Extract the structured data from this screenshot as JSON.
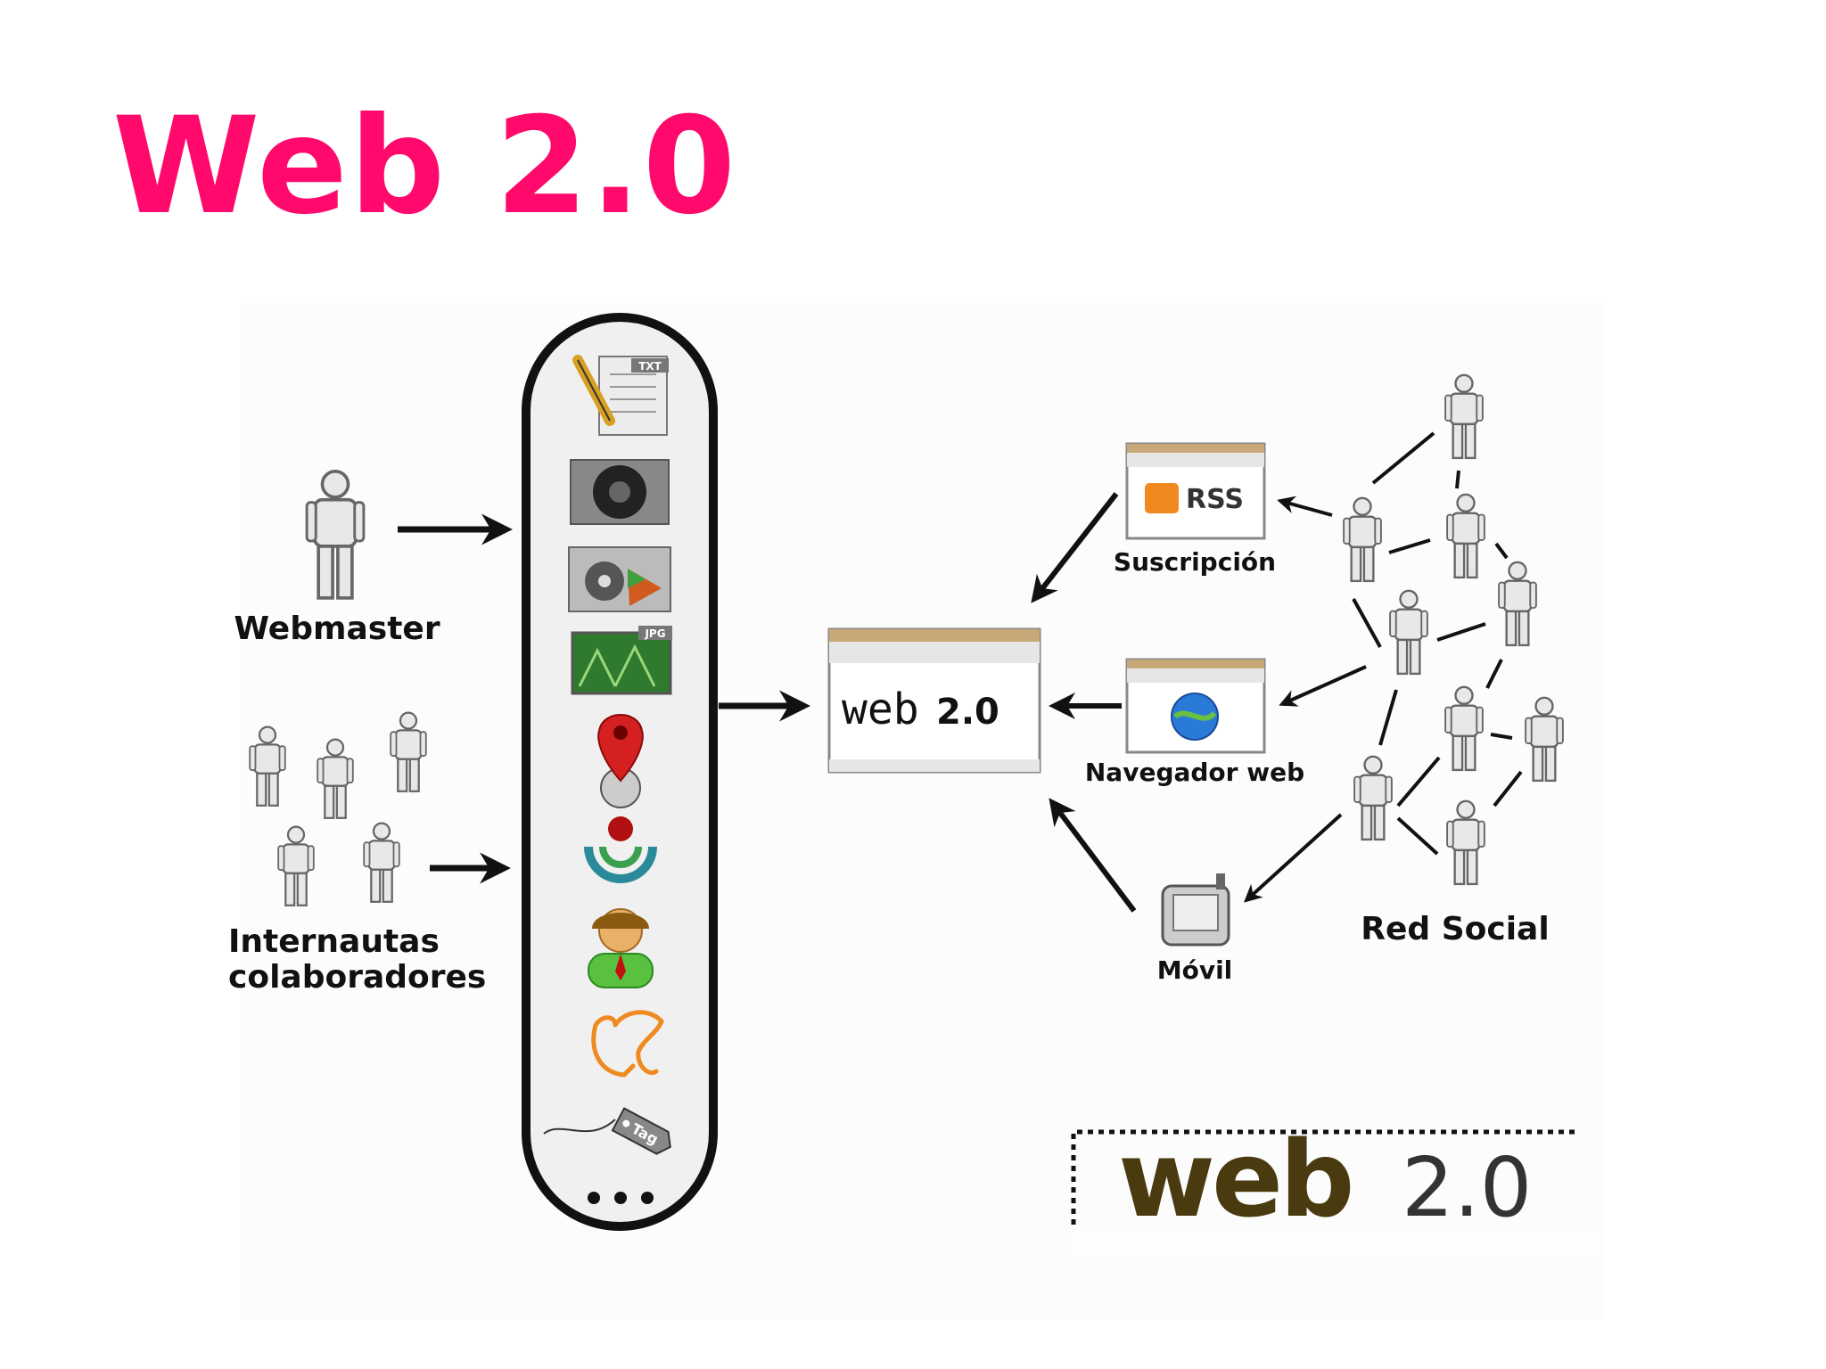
{
  "slide": {
    "title": "Web 2.0"
  },
  "diagram": {
    "actors": {
      "webmaster": "Webmaster",
      "collaborators_line1": "Internautas",
      "collaborators_line2": "colaboradores"
    },
    "column_icons": [
      "text-document-icon",
      "speaker-icon",
      "video-icon",
      "image-icon",
      "map-pin-icon",
      "wikimedia-icon",
      "user-icon",
      "elephant-icon",
      "tag-icon",
      "more-icon"
    ],
    "column_badges": {
      "txt": "TXT",
      "jpg": "JPG",
      "tag": "Tag",
      "more": "..."
    },
    "center_window": {
      "word": "web",
      "version": "2.0"
    },
    "channels": {
      "rss_label": "RSS",
      "subscription": "Suscripción",
      "browser": "Navegador web",
      "mobile": "Móvil"
    },
    "network": {
      "label": "Red Social"
    },
    "logo": {
      "word": "web",
      "version": "2.0"
    }
  },
  "colors": {
    "title": "#ff0a6c",
    "logo_brown": "#4a3a10",
    "ink": "#111111"
  }
}
